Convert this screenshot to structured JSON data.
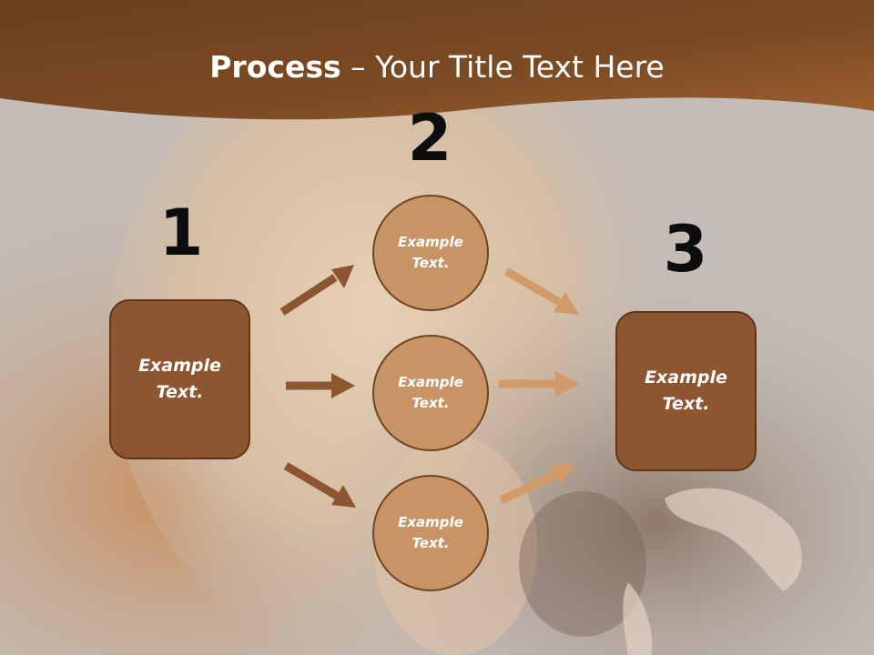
{
  "slide": {
    "title_bold": "Process",
    "title_rest": " – Your Title Text Here",
    "numbers": [
      "1",
      "2",
      "3"
    ],
    "box_left": "Example\nText.",
    "box_right": "Example\nText.",
    "circles": [
      "Example\nText.",
      "Example\nText.",
      "Example\nText."
    ]
  },
  "colors": {
    "header": "#7a4a22",
    "box_fill": "#8d5530",
    "circle_fill": "#c89466",
    "arrow_dark": "#8d5530",
    "arrow_light": "#d29a68"
  }
}
